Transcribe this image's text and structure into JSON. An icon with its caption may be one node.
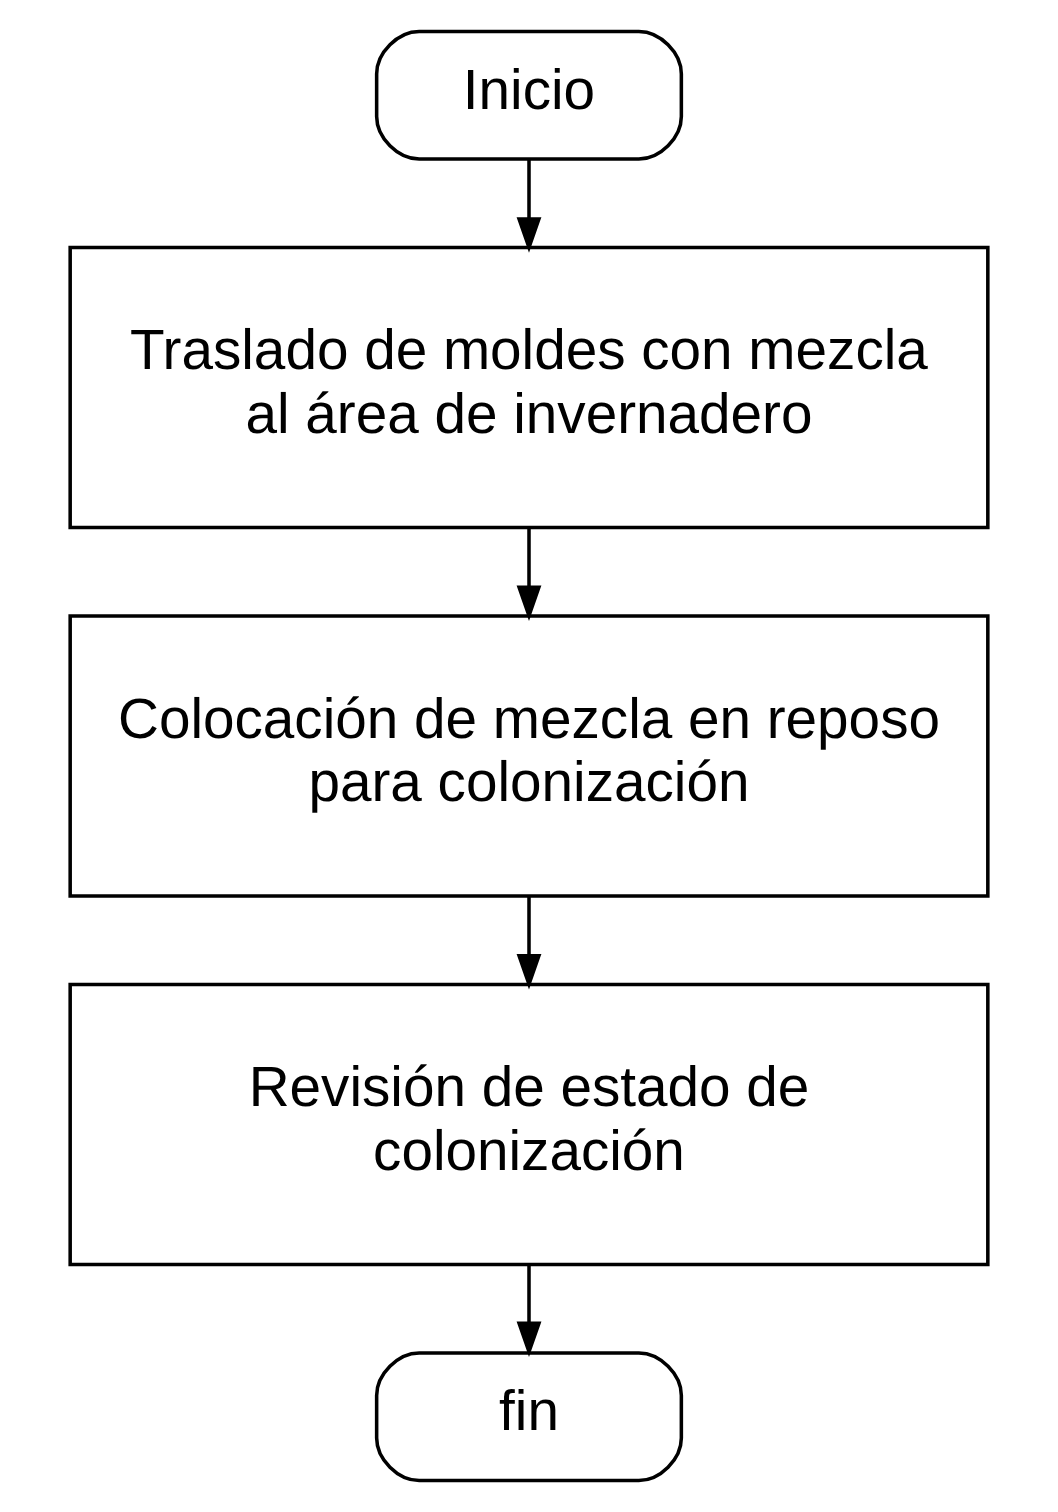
{
  "diagram": {
    "nodes": [
      {
        "text": [
          "Inicio"
        ]
      },
      {
        "text": [
          "Traslado de moldes con mezcla al área de invernadero"
        ]
      },
      {
        "text": [
          "Colocación de mezcla en reposo para colonización"
        ]
      },
      {
        "text": [
          "Revisión de estado de colonización"
        ]
      },
      {
        "text": [
          "fin"
        ]
      }
    ],
    "edges": [
      {
        "from": 0,
        "to": 1,
        "arrow": "to"
      },
      {
        "from": 1,
        "to": 2,
        "arrow": "to"
      },
      {
        "from": 2,
        "to": 3,
        "arrow": "to"
      },
      {
        "from": 3,
        "to": 4,
        "arrow": "to"
      }
    ]
  }
}
